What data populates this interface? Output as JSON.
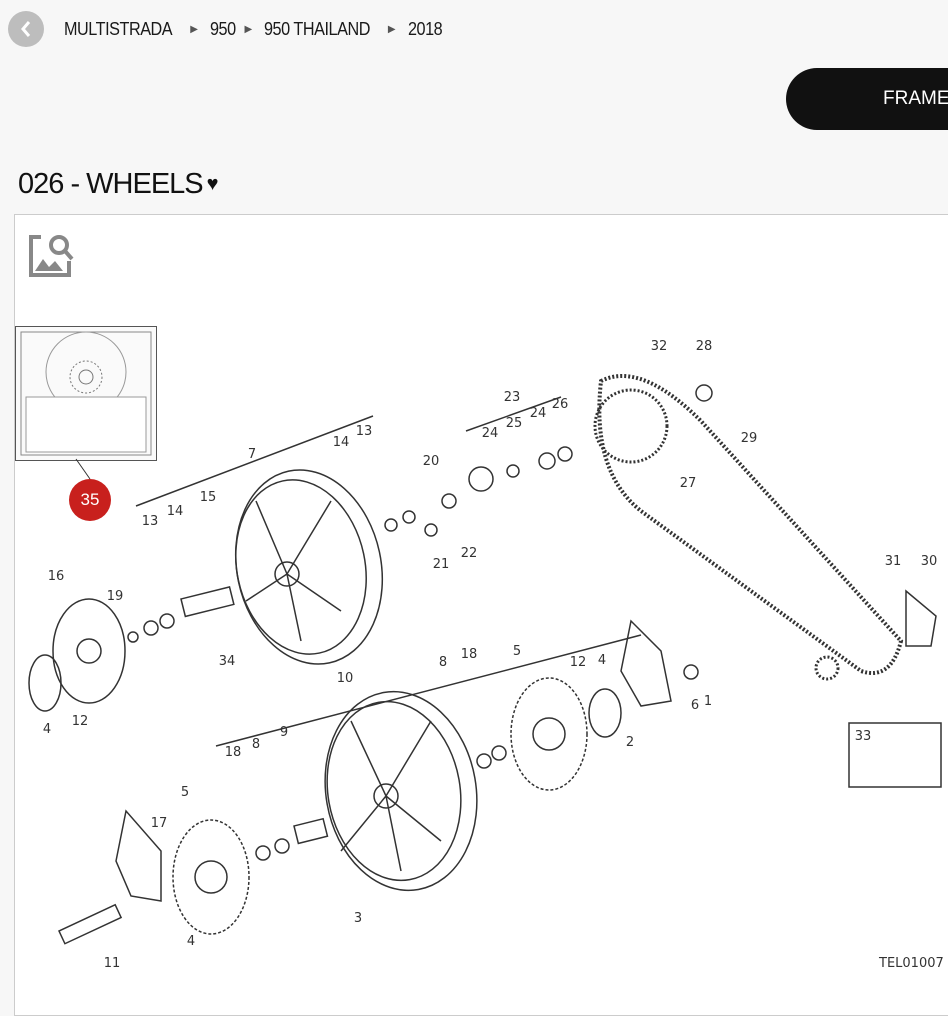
{
  "breadcrumb": [
    "MULTISTRADA",
    "950",
    "950 THAILAND",
    "2018"
  ],
  "frame_button": "FRAME",
  "page_title": "026 - WHEELS",
  "diagram": {
    "code": "TEL01007",
    "badge": "35",
    "badge_color": "#c8201d",
    "callouts": [
      "32",
      "28",
      "23",
      "26",
      "24",
      "25",
      "24",
      "29",
      "13",
      "14",
      "7",
      "20",
      "27",
      "15",
      "13",
      "14",
      "22",
      "21",
      "31",
      "30",
      "16",
      "19",
      "34",
      "10",
      "8",
      "18",
      "5",
      "12",
      "4",
      "1",
      "6",
      "2",
      "12",
      "4",
      "33",
      "18",
      "8",
      "9",
      "5",
      "17",
      "4",
      "3",
      "11"
    ]
  }
}
